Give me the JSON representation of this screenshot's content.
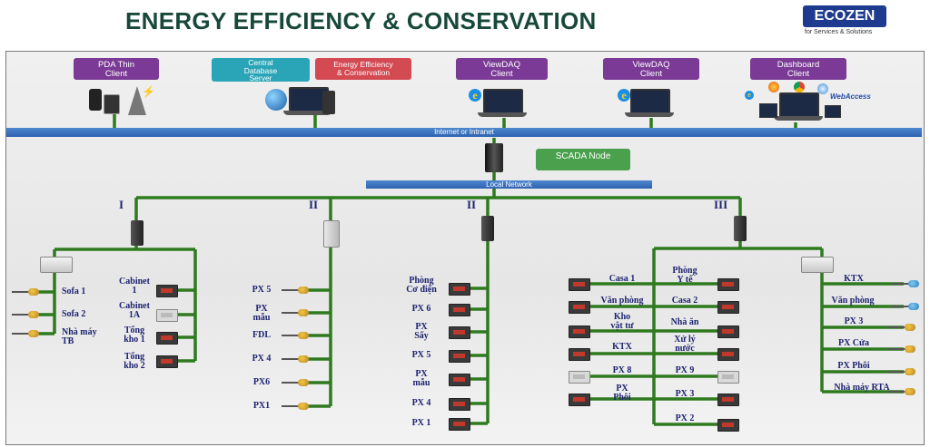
{
  "header": {
    "title": "ENERGY EFFICIENCY & CONSERVATION",
    "logo": "ECOZEN",
    "tagline": "for Services & Solutions"
  },
  "clients": {
    "pda": "PDA Thin\nClient",
    "central_db": "Central\nDatabase\nServer",
    "energy_eff": "Energy Efficiency\n& Conservation",
    "viewdaq1": "ViewDAQ\nClient",
    "viewdaq2": "ViewDAQ\nClient",
    "dashboard": "Dashboard\nClient",
    "webaccess": "WebAccess"
  },
  "network": {
    "internet": "Internet or Intranet",
    "scada": "SCADA Node",
    "local": "Local Network"
  },
  "groups": {
    "g1": {
      "roman": "I",
      "left": [
        "Sofa 1",
        "Sofa 2",
        "Nhà máy\nTB"
      ],
      "right": [
        "Cabinet\n1",
        "Cabinet\n1A",
        "Tổng\nkho 1",
        "Tổng\nkho 2"
      ]
    },
    "g2": {
      "roman": "II",
      "items": [
        "PX 5",
        "PX\nmẫu",
        "FDL",
        "PX 4",
        "PX6",
        "PX1"
      ]
    },
    "g3": {
      "roman": "II",
      "items": [
        "Phòng\nCơ điện",
        "PX 6",
        "PX\nSấy",
        "PX 5",
        "PX\nmẫu",
        "PX 4",
        "PX 1"
      ]
    },
    "g4": {
      "roman": "III",
      "left": [
        "Casa 1",
        "Văn phòng",
        "Kho\nvật tư",
        "KTX",
        "PX 8",
        "PX\nPhôi"
      ],
      "right": [
        "Phòng\nY tế",
        "Casa 2",
        "Nhà ăn",
        "Xử lý\nnước",
        "PX 9",
        "PX 3",
        "PX 2"
      ]
    },
    "g5": {
      "items": [
        "KTX",
        "Văn phòng",
        "PX 3",
        "PX Cửa",
        "PX Phôi",
        "Nhà máy RTA"
      ]
    }
  },
  "colors": {
    "title": "#17483a",
    "wire": "#2f7a1f",
    "bus": "#2f63b0",
    "label": "#1e2470",
    "client_box": "#7b3a95"
  }
}
